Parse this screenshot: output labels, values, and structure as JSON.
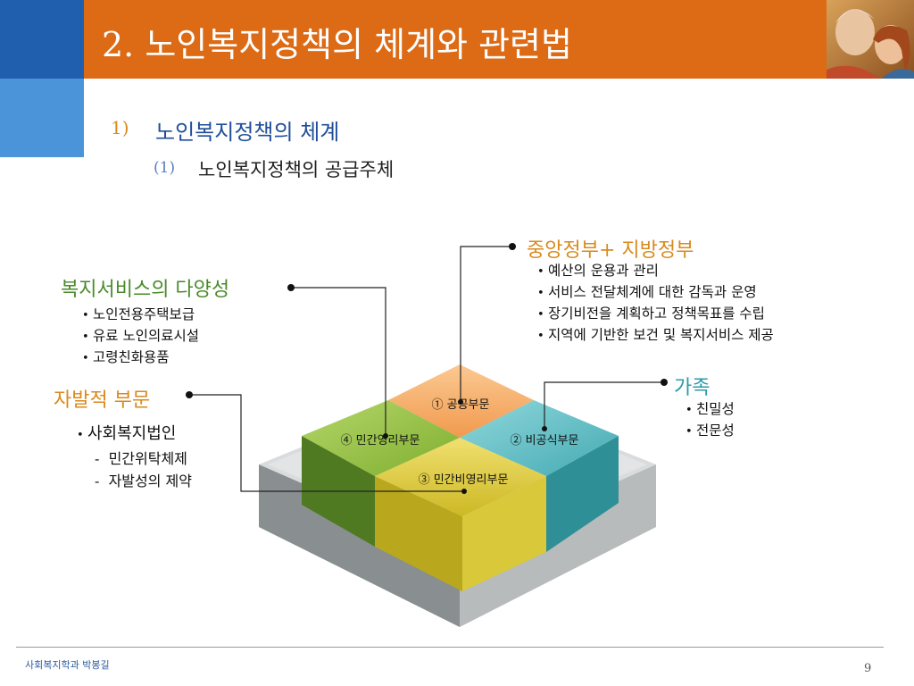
{
  "title": "2. 노인복지정책의 체계와 관련법",
  "heading1": {
    "number": "1)",
    "text": "노인복지정책의 체계"
  },
  "heading2": {
    "number": "(1)",
    "text": "노인복지정책의 공급주체"
  },
  "welfare_services": {
    "label": "복지서비스의 다양성",
    "items": [
      "노인전용주택보급",
      "유료 노인의료시설",
      "고령친화용품"
    ]
  },
  "voluntary_sector": {
    "label": "자발적 부문",
    "items": [
      "사회복지법인"
    ],
    "sub_items": [
      "민간위탁체제",
      "자발성의 제약"
    ]
  },
  "government": {
    "label": "중앙정부+ 지방정부",
    "items": [
      "예산의 운용과 관리",
      "서비스 전달체계에 대한 감독과 운영",
      "장기비전을 계획하고 정책목표를 수립",
      "지역에 기반한 보건 및 복지서비스 제공"
    ]
  },
  "family": {
    "label": "가족",
    "items": [
      "친밀성",
      "전문성"
    ]
  },
  "diagram": {
    "public": "① 공공부문",
    "informal": "② 비공식부문",
    "nonprofit": "③ 민간비영리부문",
    "forprofit": "④ 민간영리부문"
  },
  "bullet": "•",
  "dash": "-",
  "colors": {
    "title_bar": "#dd6a14",
    "blue_dark": "#1f5fae",
    "blue_light": "#4b94d9",
    "public": "#f6ad6a",
    "informal": "#6fc8cc",
    "nonprofit": "#e2d244",
    "forprofit": "#9bc24a"
  },
  "footer": {
    "left": "사회복지학과 박봉길",
    "page": "9"
  }
}
